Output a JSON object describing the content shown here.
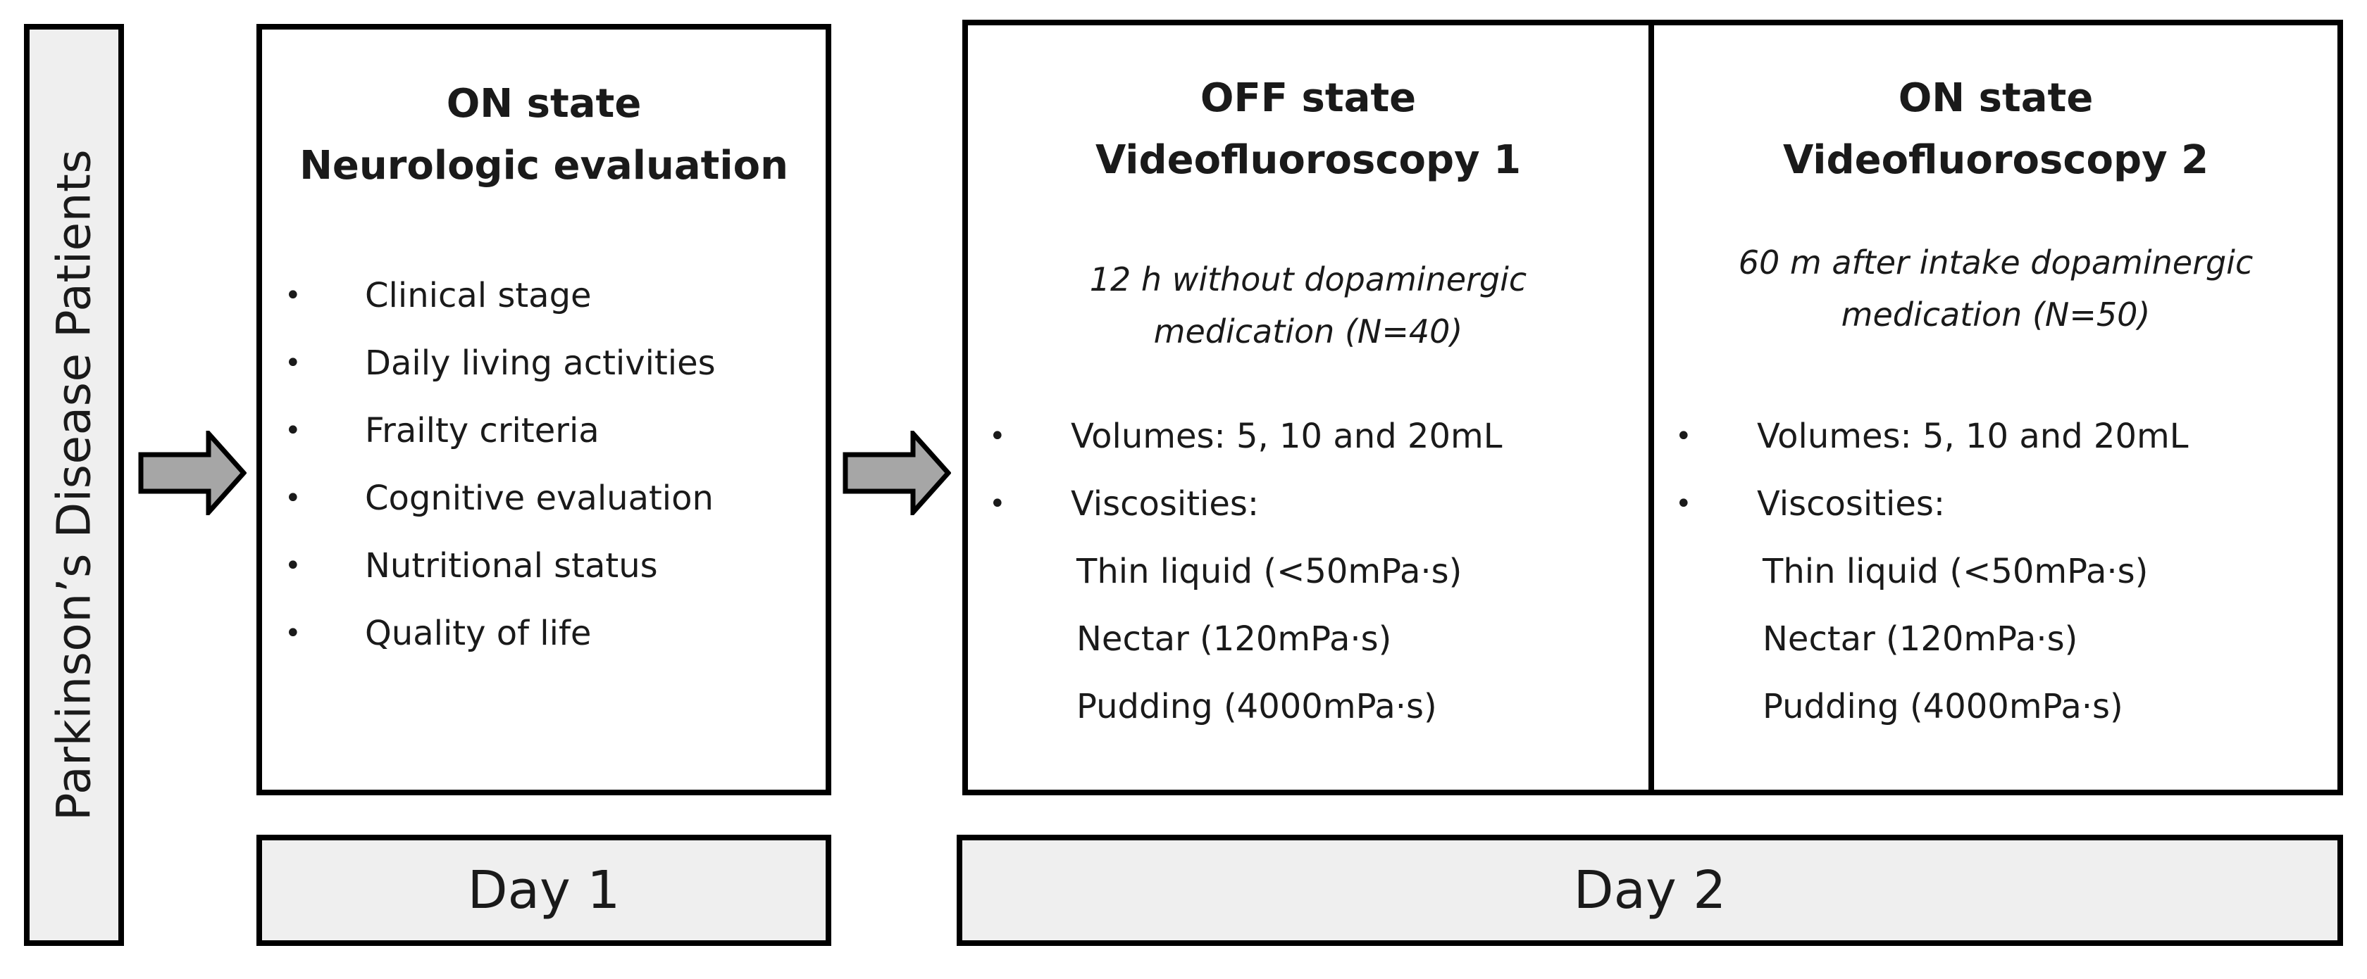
{
  "side_label": "Parkinson’s Disease Patients",
  "day1": {
    "title_line1": "ON state",
    "title_line2": "Neurologic evaluation",
    "items": [
      "Clinical stage",
      "Daily living activities",
      "Frailty criteria",
      "Cognitive evaluation",
      "Nutritional status",
      "Quality of life"
    ],
    "label": "Day 1"
  },
  "off_state": {
    "title_line1": "OFF state",
    "title_line2": "Videofluoroscopy 1",
    "note_line1": "12 h without dopaminergic",
    "note_line2": "medication (N=40)",
    "volumes": "Volumes: 5, 10 and 20mL",
    "viscosities": "Viscosities:",
    "viscosity_items": [
      "Thin liquid (<50mPa·s)",
      "Nectar (120mPa·s)",
      "Pudding (4000mPa·s)"
    ]
  },
  "on_state": {
    "title_line1": "ON state",
    "title_line2": "Videofluoroscopy 2",
    "note_line1": "60 m after intake dopaminergic",
    "note_line2": "medication (N=50)",
    "volumes": "Volumes: 5, 10 and 20mL",
    "viscosities": "Viscosities:",
    "viscosity_items": [
      "Thin liquid (<50mPa·s)",
      "Nectar (120mPa·s)",
      "Pudding (4000mPa·s)"
    ]
  },
  "day2": {
    "label": "Day 2"
  },
  "bullet_glyph": "•",
  "colors": {
    "box_border": "#000000",
    "label_fill": "#efefef",
    "arrow_fill": "#a6a6a6"
  }
}
